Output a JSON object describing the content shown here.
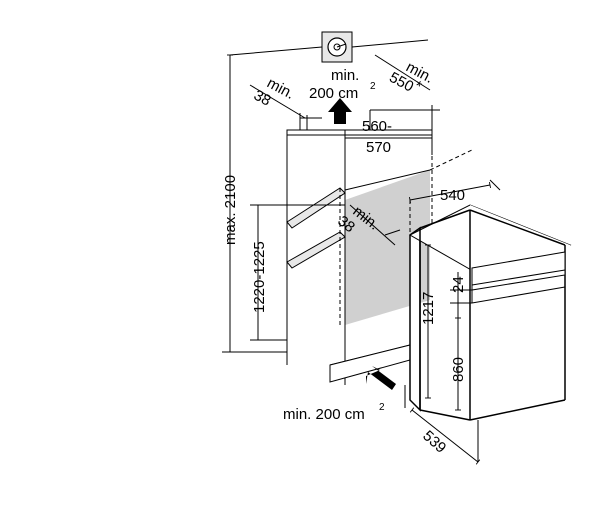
{
  "labels": {
    "min_38_top": {
      "line1": "min.",
      "line2": "38"
    },
    "vent_top": {
      "line1": "min.",
      "line2": "200 cm",
      "sup": "2"
    },
    "min_550": {
      "line1": "min.",
      "line2": "550",
      "mark": "*"
    },
    "niche_width": {
      "line1": "560-",
      "line2": "570"
    },
    "depth_540": "540",
    "min_38_inner": {
      "line1": "min.",
      "line2": "38"
    },
    "max_height": "max. 2100",
    "niche_height": "1220-1225",
    "appliance_height": "1217",
    "dim_24": "24",
    "dim_860": "860",
    "vent_bottom": {
      "text": "min. 200 cm",
      "sup": "2"
    },
    "depth_539": "539"
  },
  "colors": {
    "line": "#000000",
    "niche_fill": "#d0d0d0",
    "panel": "#e8e8e8"
  },
  "icons": {
    "vent_symbol": "circular-vent-icon",
    "arrow_up": "arrow-up-icon",
    "arrow_in": "arrow-diagonal-icon"
  }
}
